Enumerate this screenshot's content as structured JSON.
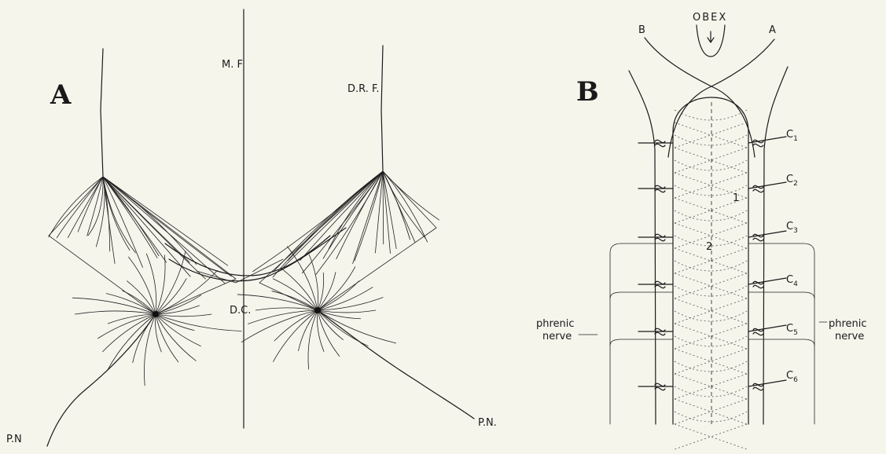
{
  "panel_a": {
    "label": "A",
    "midline_label": "M. F",
    "dorsal_root_label": "D.R. F.",
    "dc_label": "D.C.",
    "pn_left": "P.N",
    "pn_right": "P.N."
  },
  "panel_b": {
    "label": "B",
    "obex_label": "OBEX",
    "root_b": "B",
    "root_a": "A",
    "region_1": "1",
    "region_2": "2",
    "segments": [
      {
        "main": "C",
        "sub": "1"
      },
      {
        "main": "C",
        "sub": "2"
      },
      {
        "main": "C",
        "sub": "3"
      },
      {
        "main": "C",
        "sub": "4"
      },
      {
        "main": "C",
        "sub": "5"
      },
      {
        "main": "C",
        "sub": "6"
      }
    ],
    "phrenic_left_line1": "phrenic",
    "phrenic_left_line2": "nerve",
    "phrenic_right_line1": "phrenic",
    "phrenic_right_line2": "nerve"
  }
}
